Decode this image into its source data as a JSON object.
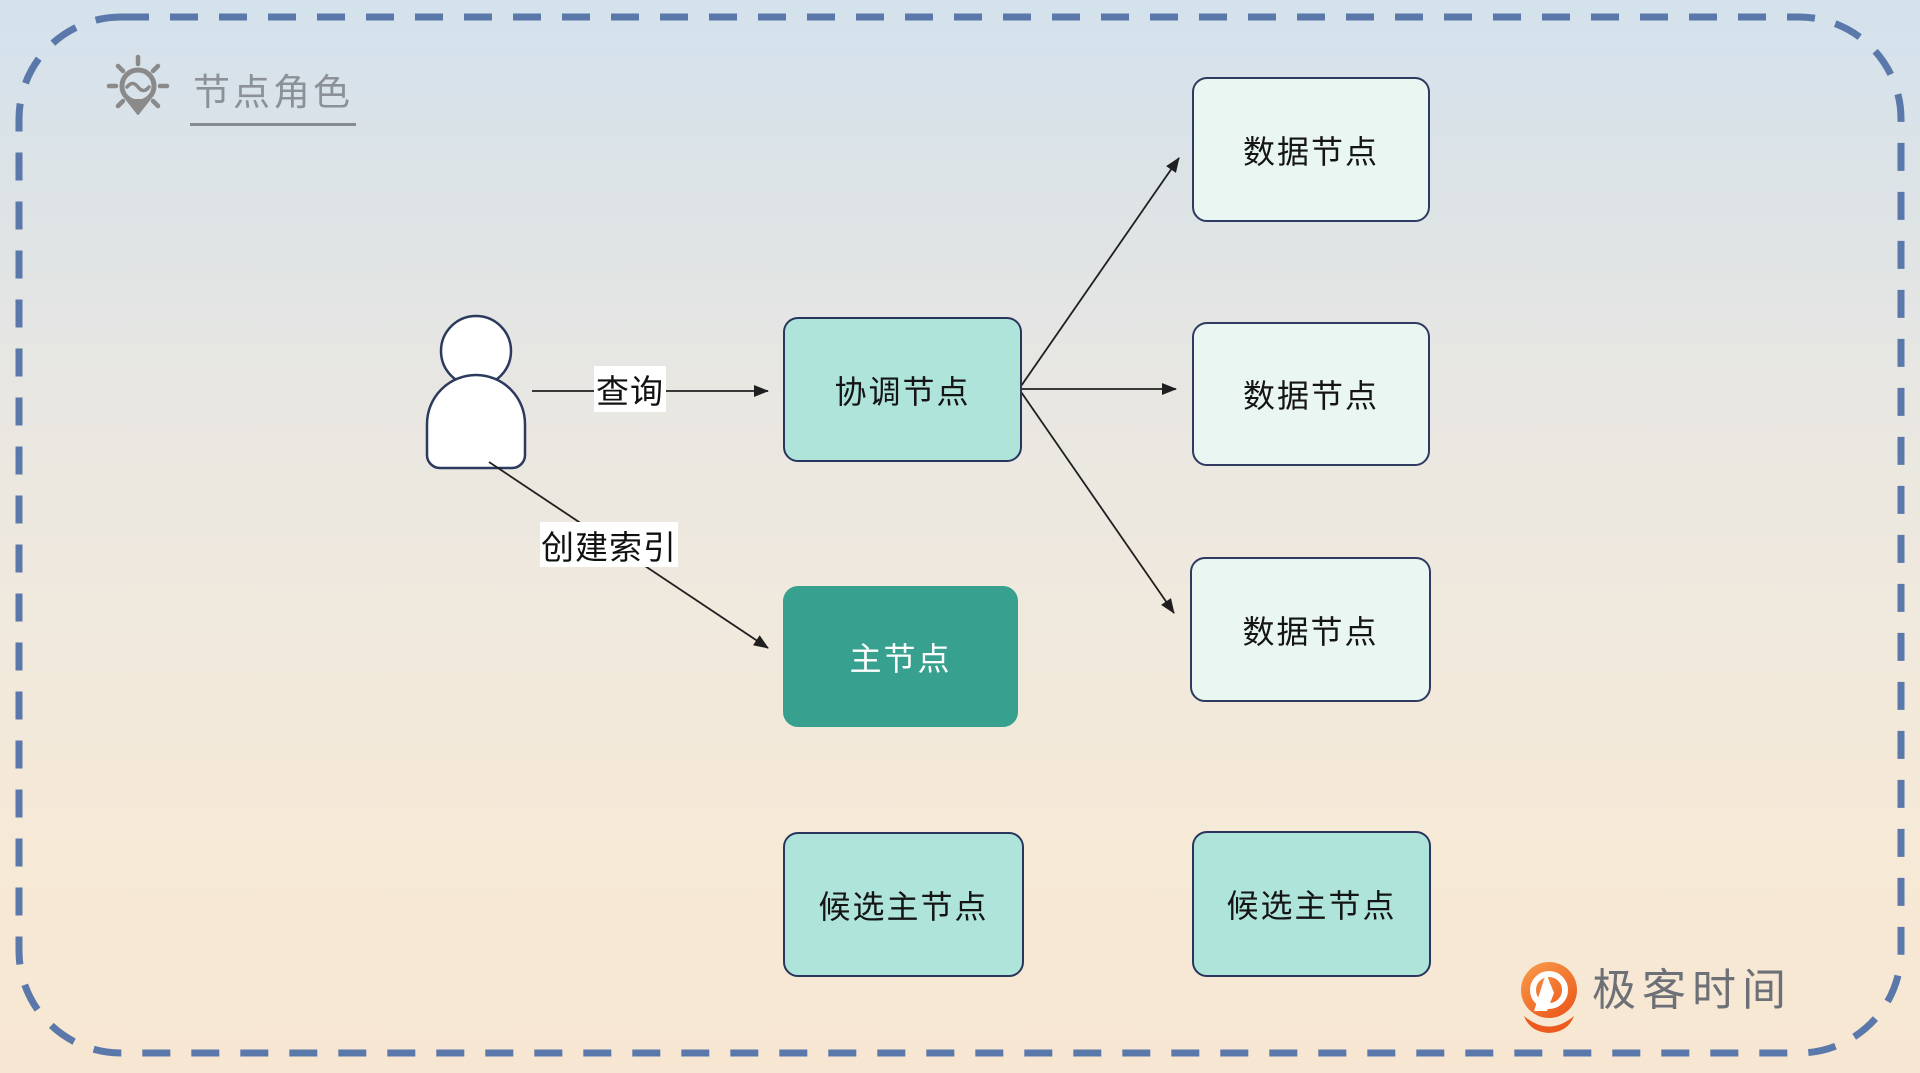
{
  "header": {
    "title": "节点角色"
  },
  "icons": {
    "header": "lightbulb-icon",
    "actor": "person-icon",
    "logo": "geektime-logo-icon"
  },
  "edges": {
    "query": {
      "label": "查询",
      "from": "person",
      "to": "coordinating"
    },
    "create_index": {
      "label": "创建索引",
      "from": "person",
      "to": "master"
    },
    "fanout": {
      "from": "coordinating",
      "to": [
        "data_top",
        "data_middle",
        "data_bottom"
      ]
    }
  },
  "nodes": {
    "coordinating": {
      "label": "协调节点"
    },
    "master": {
      "label": "主节点"
    },
    "data_top": {
      "label": "数据节点"
    },
    "data_middle": {
      "label": "数据节点"
    },
    "data_bottom": {
      "label": "数据节点"
    },
    "candidate_left": {
      "label": "候选主节点"
    },
    "candidate_right": {
      "label": "候选主节点"
    }
  },
  "logo": {
    "text": "极客时间"
  },
  "colors": {
    "frame_dash": "#5b78ab",
    "node_teal": "#afe4da",
    "node_pale": "#eaf6f2",
    "node_dark_teal": "#38a08e",
    "node_border": "#29355d",
    "arrow": "#1f1f1f",
    "title_gray": "#8b9196",
    "logo_orange": "#ee5f1f",
    "bg_top": "#d4e2ed",
    "bg_bottom": "#f7e7d2"
  }
}
